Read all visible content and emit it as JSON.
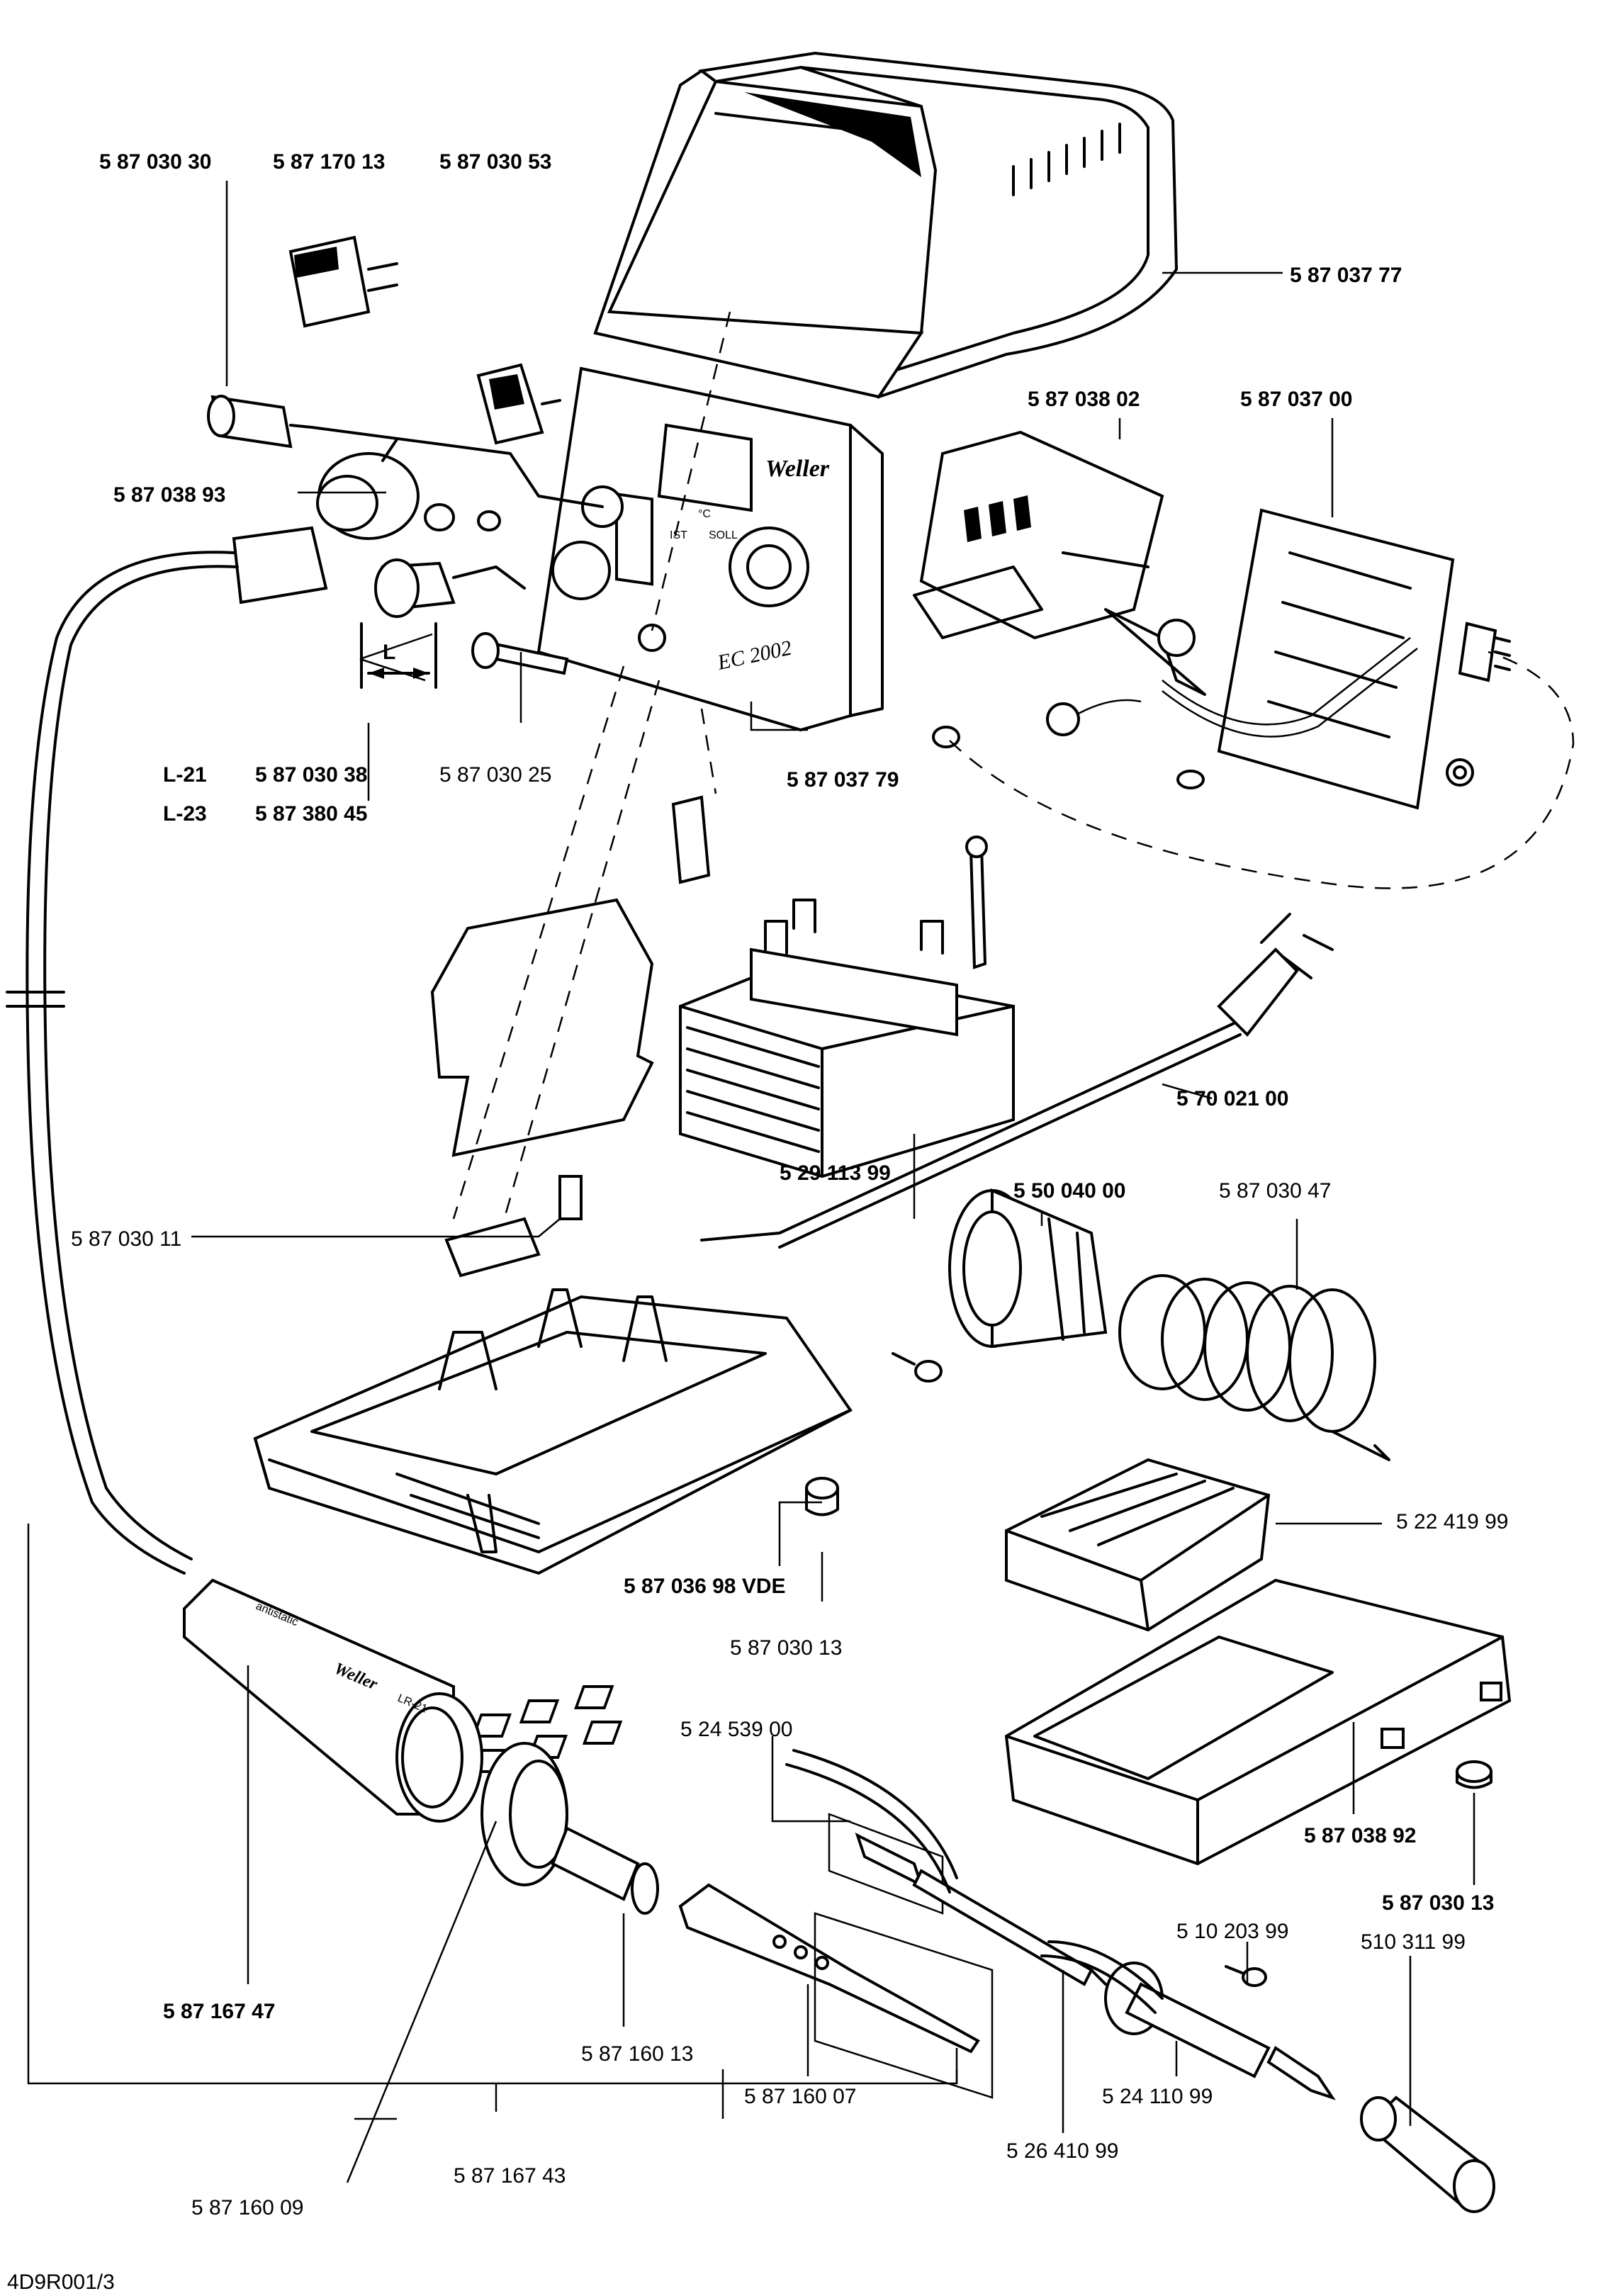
{
  "labels": {
    "p587030030": "5 87 030 30",
    "p587170013": "5 87 170 13",
    "p587030053": "5 87 030 53",
    "p587037777": "5 87 037 77",
    "p587038802": "5 87 038 02",
    "p587037700": "5 87 037 00",
    "p587038893": "5 87 038 93",
    "p587030025": "5 87 030 25",
    "p587037779": "5 87 037 79",
    "l21": "L-21",
    "l21num": "5 87 030 38",
    "l23": "L-23",
    "l23num": "5 87 380 45",
    "p529113999": "5 29 113 99",
    "p570021000": "5 70 021 00",
    "p587030011": "5 87 030 11",
    "p550040000": "5 50 040 00",
    "p587030047": "5 87 030 47",
    "p522419999": "5 22 419 99",
    "p587036998": "5 87 036 98 VDE",
    "p587030013a": "5 87 030 13",
    "p524539000": "5 24 539 00",
    "p510203999": "5 10 203 99",
    "p510311999": "510 311 99",
    "p587038992": "5 87 038 92",
    "p587030013b": "5 87 030 13",
    "p587167747": "5 87 167 47",
    "p587160013": "5 87 160 13",
    "p587160007": "5 87 160 07",
    "p524110999": "5 24 110 99",
    "p526410999": "5 26 410 99",
    "p587160009": "5 87 160 09",
    "p587167743": "5 87 167 43",
    "dim_l": "L",
    "drawing_code": "4D9R001/3"
  },
  "face": {
    "brand": "Weller",
    "model": "EC 2002",
    "ist": "IST",
    "soll": "SOLL",
    "unit": "°C",
    "iron_brand": "Weller",
    "iron_model": "LR-21",
    "antistatic": "antistatic"
  }
}
